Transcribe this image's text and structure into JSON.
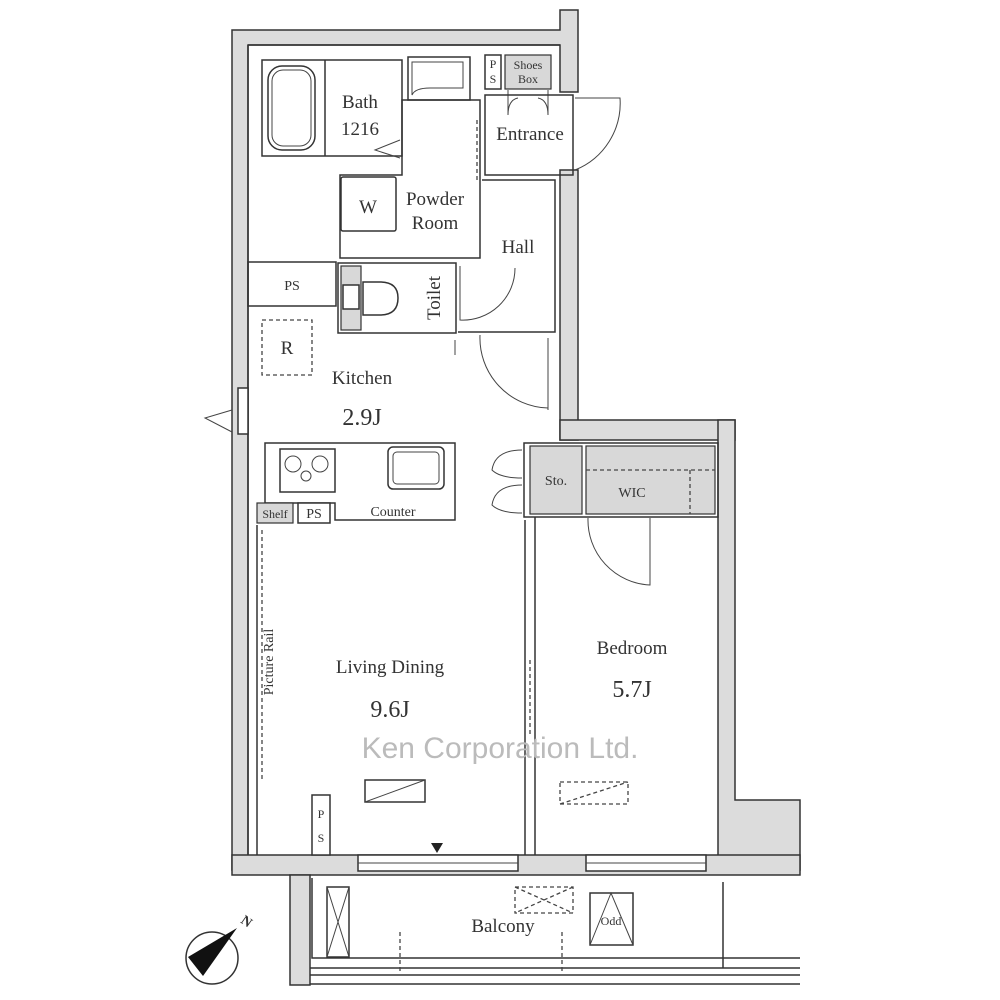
{
  "rooms": {
    "bath": {
      "name": "Bath",
      "size": "1216"
    },
    "powder_room": {
      "line1": "Powder",
      "line2": "Room",
      "washer": "W"
    },
    "entrance": "Entrance",
    "shoes_box": {
      "line1": "Shoes",
      "line2": "Box"
    },
    "ps_top": {
      "line1": "P",
      "line2": "S"
    },
    "hall": "Hall",
    "ps_left": "PS",
    "toilet": "Toilet",
    "kitchen": {
      "name": "Kitchen",
      "size": "2.9J",
      "fridge": "R"
    },
    "shelf": "Shelf",
    "ps_counter": "PS",
    "counter": "Counter",
    "storage": "Sto.",
    "wic": "WIC",
    "living_dining": {
      "name": "Living Dining",
      "size": "9.6J"
    },
    "picture_rail": "Picture Rail",
    "bedroom": {
      "name": "Bedroom",
      "size": "5.7J"
    },
    "ps_bottom": {
      "line1": "P",
      "line2": "S"
    },
    "balcony": "Balcony",
    "outdoor_unit": "Odd"
  },
  "compass": {
    "label": "N"
  },
  "watermark": "Ken Corporation Ltd."
}
